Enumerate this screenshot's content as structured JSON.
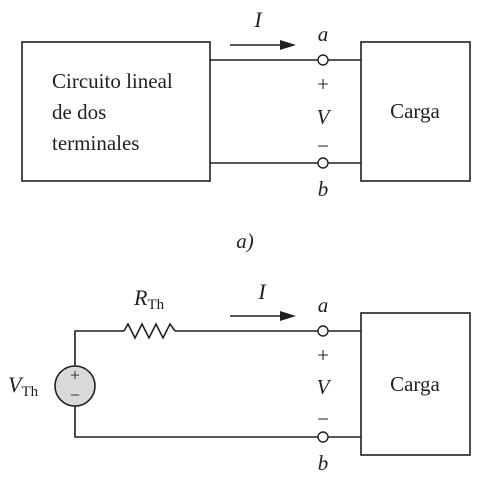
{
  "diagram_a": {
    "source_box": {
      "line1": "Circuito lineal",
      "line2": "de dos",
      "line3": "terminales"
    },
    "current_label": "I",
    "terminal_top": "a",
    "terminal_bottom": "b",
    "plus_sign": "+",
    "voltage_label": "V",
    "minus_sign": "−",
    "load_label": "Carga",
    "caption": "a)"
  },
  "diagram_b": {
    "resistor_label": "R",
    "resistor_subscript": "Th",
    "source_label": "V",
    "source_subscript": "Th",
    "source_plus": "+",
    "source_minus": "−",
    "current_label": "I",
    "terminal_top": "a",
    "terminal_bottom": "b",
    "plus_sign": "+",
    "voltage_label": "V",
    "minus_sign": "−",
    "load_label": "Carga"
  },
  "colors": {
    "ink": "#231f20",
    "background": "#ffffff"
  }
}
